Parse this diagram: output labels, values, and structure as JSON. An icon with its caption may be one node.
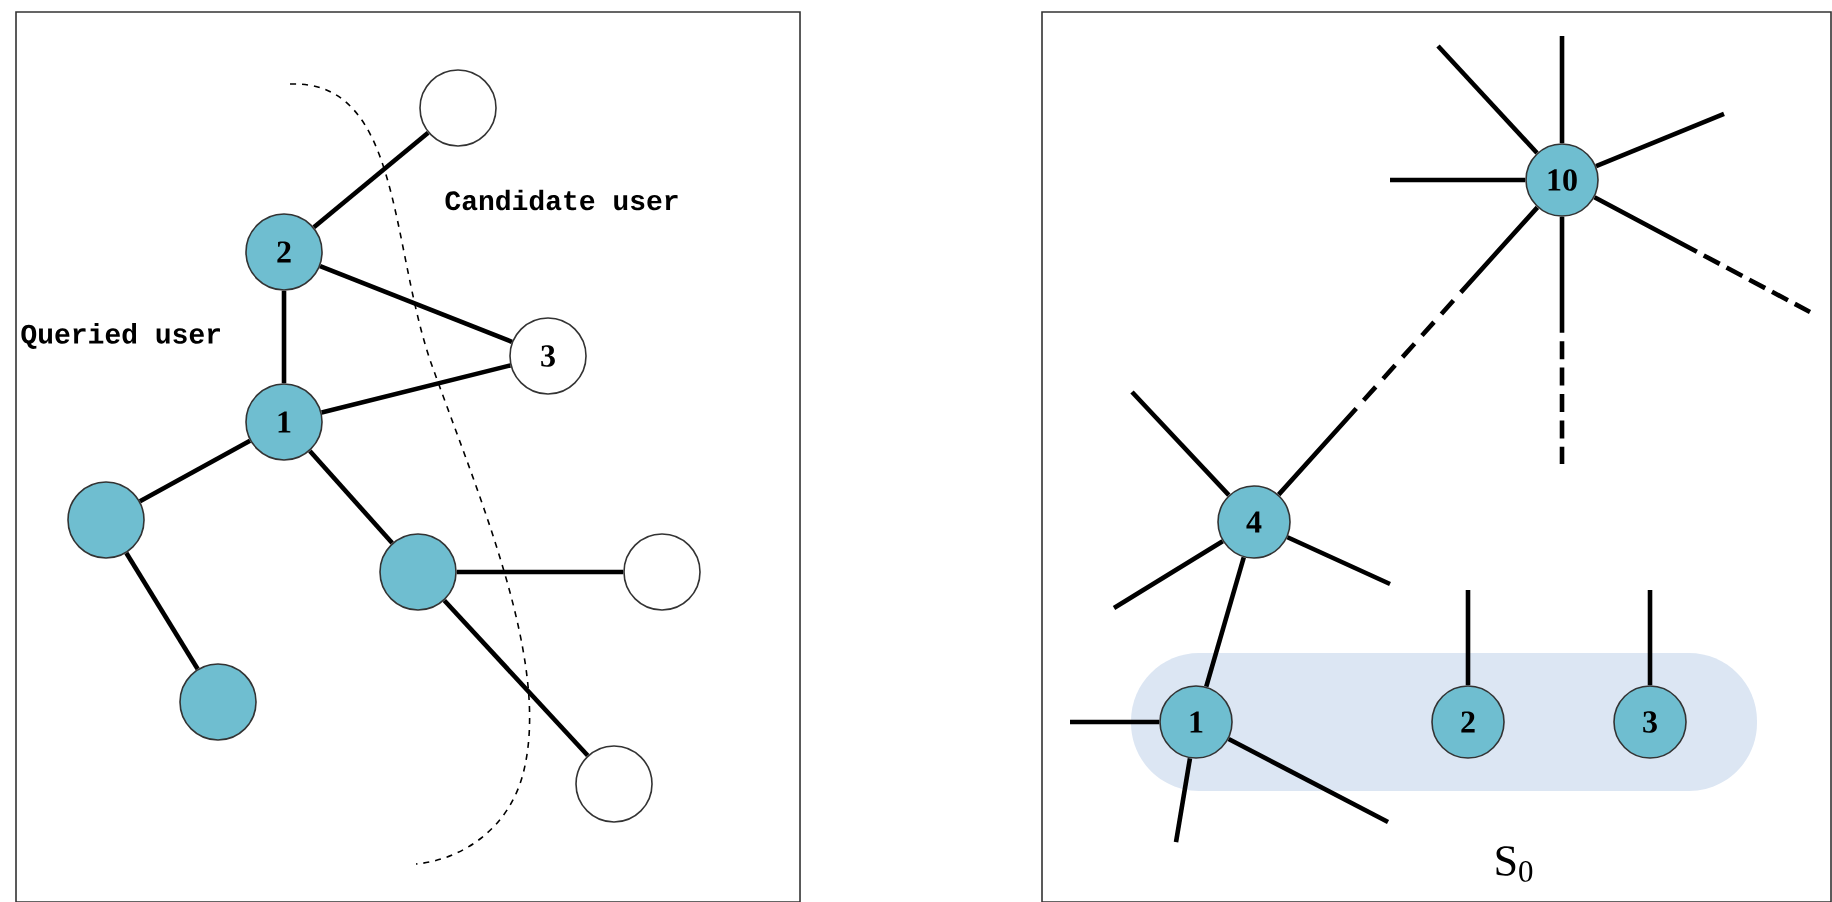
{
  "diagram": {
    "nodes": [
      {
        "text": [],
        "shape": "circle"
      },
      {
        "text": [
          "2"
        ]
      },
      {
        "text": [
          "3"
        ]
      },
      {
        "text": [
          "1"
        ]
      },
      {
        "text": [],
        "shape": "circle"
      },
      {
        "text": [],
        "shape": "circle"
      },
      {
        "text": [],
        "shape": "circle"
      },
      {
        "text": [],
        "shape": "circle"
      },
      {
        "text": [],
        "shape": "circle"
      },
      {
        "text": [
          "10"
        ]
      },
      {
        "text": [
          "4"
        ]
      },
      {
        "text": [
          "S$_{0}$"
        ]
      },
      {
        "text": [
          "1"
        ],
        "in": 11
      },
      {
        "text": [
          "2"
        ],
        "in": 11
      },
      {
        "text": [
          "3"
        ],
        "in": 11
      }
    ],
    "edges": [
      {
        "from": 1,
        "to": 0,
        "arrow": "none"
      },
      {
        "from": 1,
        "to": 2,
        "arrow": "none"
      },
      {
        "from": 1,
        "to": 3,
        "arrow": "none"
      },
      {
        "from": 3,
        "to": 2,
        "arrow": "none"
      },
      {
        "from": 3,
        "to": 4,
        "arrow": "none"
      },
      {
        "from": 3,
        "to": 5,
        "arrow": "none"
      },
      {
        "from": 4,
        "to": 7,
        "arrow": "none"
      },
      {
        "from": 5,
        "to": 6,
        "arrow": "none"
      },
      {
        "from": 5,
        "to": 8,
        "arrow": "none"
      },
      {
        "from": 10,
        "to": 9,
        "arrow": "none",
        "style": "dashed"
      },
      {
        "from": 12,
        "to": 10,
        "arrow": "none"
      },
      {
        "from": 9,
        "to": null,
        "arrow": "none"
      },
      {
        "from": 9,
        "to": null,
        "arrow": "none"
      },
      {
        "from": 9,
        "to": null,
        "arrow": "none"
      },
      {
        "from": 9,
        "to": null,
        "arrow": "none"
      },
      {
        "from": 9,
        "to": null,
        "arrow": "none",
        "style": "dashed"
      },
      {
        "from": 9,
        "to": null,
        "arrow": "none",
        "style": "dashed"
      },
      {
        "from": 10,
        "to": null,
        "arrow": "none"
      },
      {
        "from": 10,
        "to": null,
        "arrow": "none"
      },
      {
        "from": 10,
        "to": null,
        "arrow": "none"
      },
      {
        "from": 12,
        "to": null,
        "arrow": "none"
      },
      {
        "from": 12,
        "to": null,
        "arrow": "none"
      },
      {
        "from": 12,
        "to": null,
        "arrow": "none"
      },
      {
        "from": 13,
        "to": null,
        "arrow": "none"
      },
      {
        "from": 14,
        "to": null,
        "arrow": "none"
      }
    ],
    "labels": [
      "Queried user",
      "Candidate user"
    ]
  }
}
